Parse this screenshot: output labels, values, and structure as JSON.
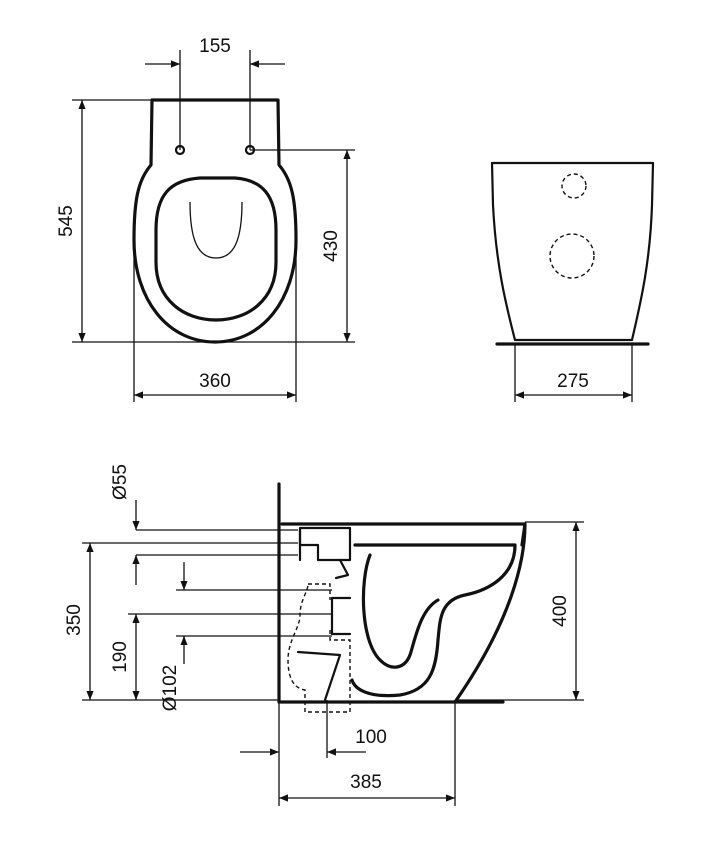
{
  "dimensions": {
    "top_view": {
      "hole_spacing": "155",
      "overall_length": "545",
      "hole_to_front": "430",
      "width": "360"
    },
    "front_view": {
      "base_width": "275"
    },
    "side_view": {
      "inlet_diameter": "Ø55",
      "inlet_height": "350",
      "outlet_height": "190",
      "outlet_diameter": "Ø102",
      "total_height": "400",
      "outlet_offset": "100",
      "depth": "385"
    }
  }
}
